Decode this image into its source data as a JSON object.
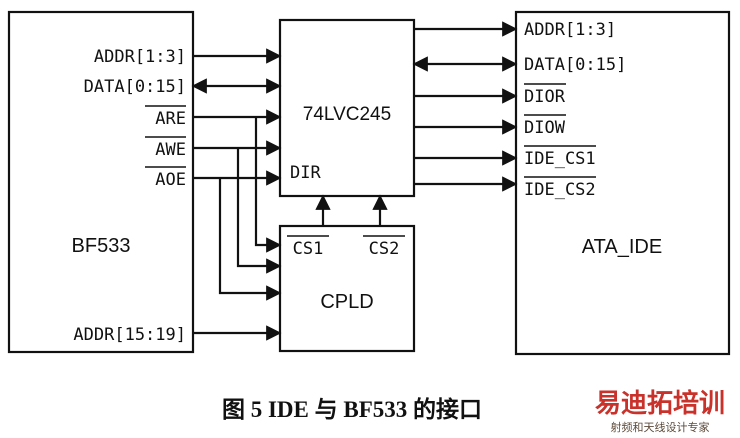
{
  "blocks": {
    "bf533": "BF533",
    "buffer": "74LVC245",
    "cpld": "CPLD",
    "ata": "ATA_IDE"
  },
  "bf533_pins": {
    "addr13": "ADDR[1:3]",
    "data015": "DATA[0:15]",
    "are": "ARE",
    "awe": "AWE",
    "aoe": "AOE",
    "addr1519": "ADDR[15:19]"
  },
  "buffer_pins": {
    "dir": "DIR"
  },
  "cpld_pins": {
    "cs1": "CS1",
    "cs2": "CS2"
  },
  "ata_pins": {
    "addr13": "ADDR[1:3]",
    "data015": "DATA[0:15]",
    "dior": "DIOR",
    "diow": "DIOW",
    "ide_cs1": "IDE_CS1",
    "ide_cs2": "IDE_CS2"
  },
  "caption": "图 5  IDE 与 BF533 的接口",
  "watermark": {
    "brand": "易迪拓培训",
    "tagline": "射频和天线设计专家"
  }
}
